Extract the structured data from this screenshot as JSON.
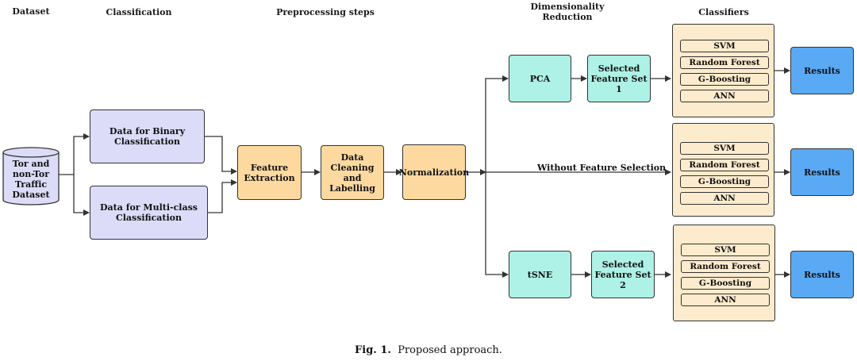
{
  "headers": {
    "dataset": "Dataset",
    "classification": "Classification",
    "preprocessing": "Preprocessing steps",
    "dim_reduction": "Dimensionality\nReduction",
    "classifiers": "Classifiers"
  },
  "nodes": {
    "dataset": "Tor and\nnon-Tor\nTraffic\nDataset",
    "binary": "Data for Binary\nClassification",
    "multiclass": "Data for Multi-class\nClassification",
    "feature_extraction": "Feature\nExtraction",
    "cleaning": "Data\nCleaning\nand\nLabelling",
    "normalization": "Normalization",
    "pca": "PCA",
    "tsne": "tSNE",
    "fs1": "Selected\nFeature Set 1",
    "fs2": "Selected\nFeature Set 2",
    "results": "Results"
  },
  "edge_labels": {
    "without_fs": "Without Feature Selection"
  },
  "classifier_list": [
    "SVM",
    "Random Forest",
    "G-Boosting",
    "ANN"
  ],
  "caption": {
    "label": "Fig. 1.",
    "text": "Proposed approach."
  }
}
